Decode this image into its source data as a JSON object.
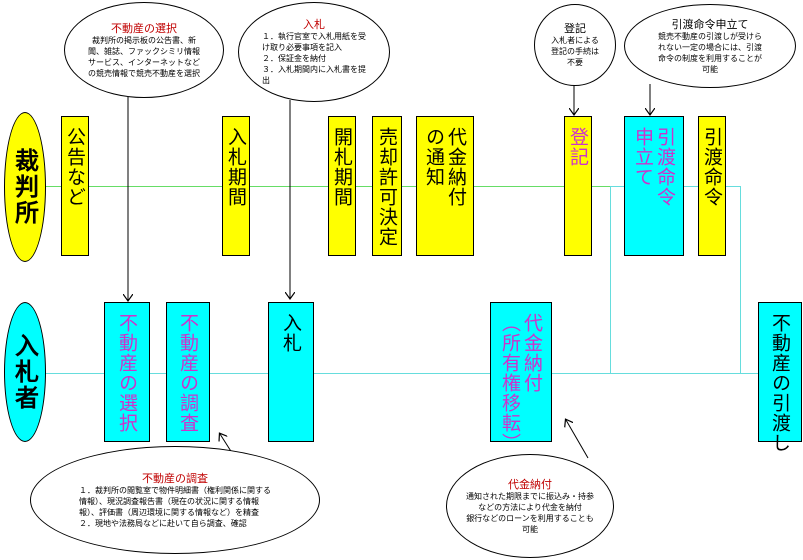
{
  "actors": {
    "court": "裁判所",
    "bidder": "入札者"
  },
  "colors": {
    "court_fill": "#ffff00",
    "bidder_fill": "#00ffff",
    "court_timeline": "#66dd66",
    "bidder_timeline": "#66dddd",
    "court_text": "#000000",
    "bidder_text": "#cc33cc",
    "callout_title": "#c00000"
  },
  "court_steps": [
    {
      "label": "公告など"
    },
    {
      "label": "入札期間"
    },
    {
      "label": "開札期間"
    },
    {
      "label": "売却許可決定"
    },
    {
      "label": "代金納付\nの通知"
    },
    {
      "label": "登記",
      "accent": true
    },
    {
      "label": "引渡命令\n申立て",
      "accent": true
    },
    {
      "label": "引渡命令"
    }
  ],
  "bidder_steps": [
    {
      "label": "不動産の選択",
      "accent": true
    },
    {
      "label": "不動産の調査",
      "accent": true
    },
    {
      "label": "入札"
    },
    {
      "label": "代金納付\n（所有権移転）",
      "accent": true
    },
    {
      "label": "不動産の引渡し"
    }
  ],
  "callouts": {
    "select": {
      "title": "不動産の選択",
      "body": "裁判所の掲示板の公告書、新\n聞、雑誌、ファックシミリ情報\nサービス、インターネットなど\nの競売情報で競売不動産を選択"
    },
    "bid": {
      "title": "入札",
      "body": "１．執行官室で入札用紙を受\nけ取り必要事項を記入\n２．保証金を納付\n３．入札期間内に入札書を提\n出"
    },
    "registration": {
      "title": "登記",
      "body": "入札者による\n登記の手続は\n不要"
    },
    "order": {
      "title": "引渡命令申立て",
      "body": "競売不動産の引渡しが受けら\nれない一定の場合には、引渡\n命令の制度を利用することが\n可能"
    },
    "survey": {
      "title": "不動産の調査",
      "body": "１．裁判所の閲覧室で物件明細書（権利関係に関する\n情報）、現況調査報告書（現在の状況に関する情報\n報）、評価書（周辺環境に関する情報など）を精査\n２．現地や法務局などに赴いて自ら調査、確認"
    },
    "payment": {
      "title": "代金納付",
      "body": "通知された期限までに振込み・持参\nなどの方法により代金を納付\n銀行などのローンを利用することも\n可能"
    }
  }
}
